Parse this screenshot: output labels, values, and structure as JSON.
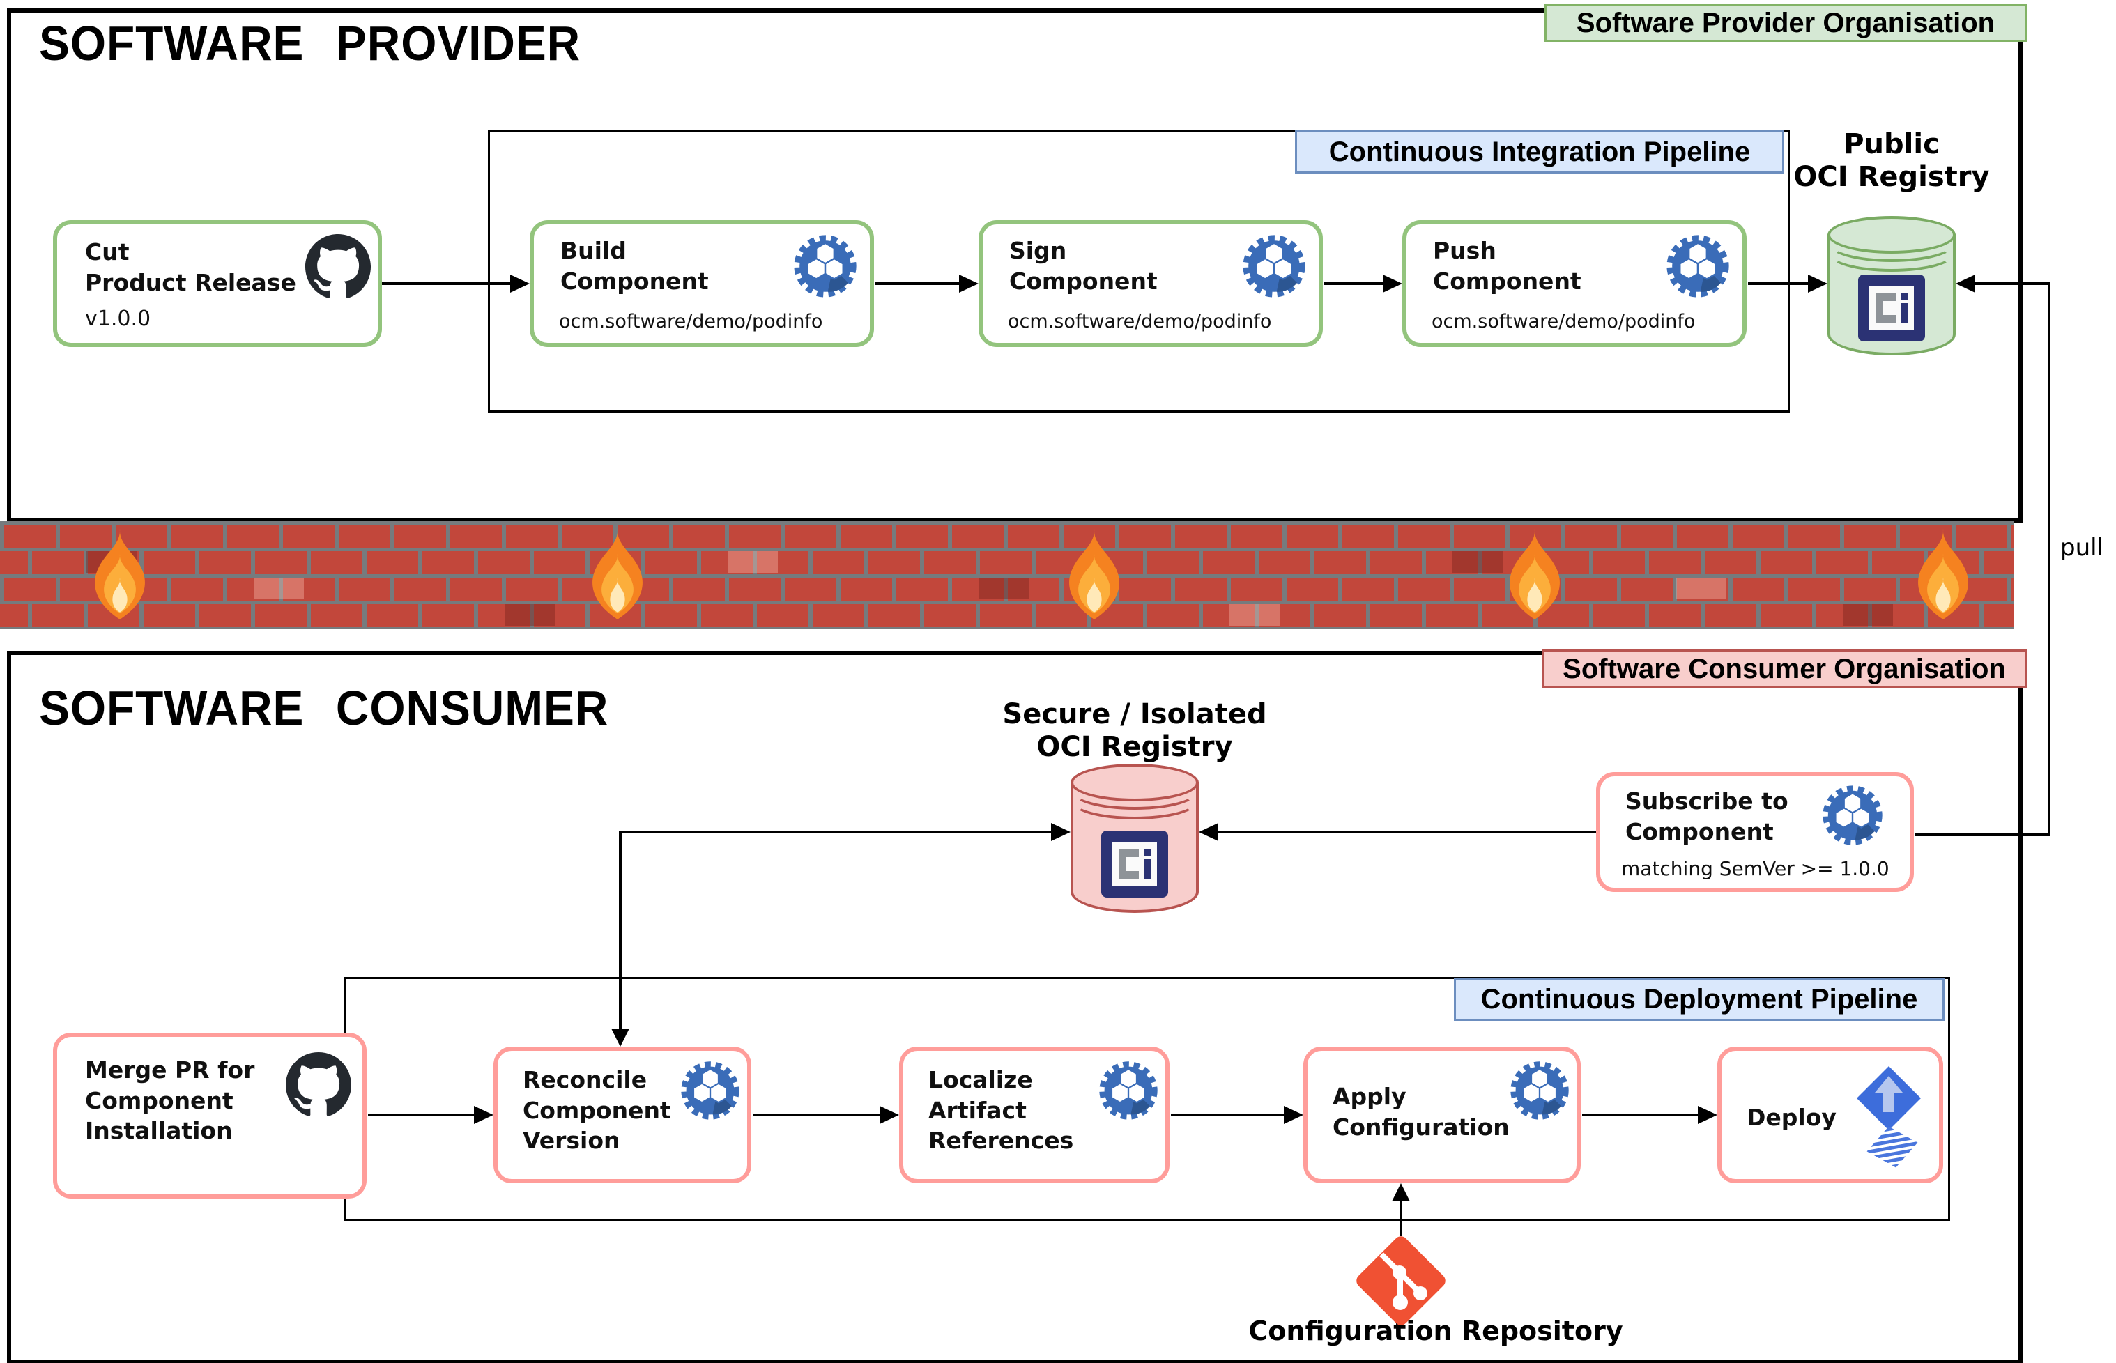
{
  "provider": {
    "title": "SOFTWARE PROVIDER",
    "badge": "Software Provider Organisation",
    "ci_label": "Continuous Integration Pipeline",
    "cut": {
      "title": "Cut\nProduct Release",
      "version": "v1.0.0"
    },
    "steps": [
      {
        "title": "Build\nComponent",
        "subtitle": "ocm.software/demo/podinfo"
      },
      {
        "title": "Sign\nComponent",
        "subtitle": "ocm.software/demo/podinfo"
      },
      {
        "title": "Push\nComponent",
        "subtitle": "ocm.software/demo/podinfo"
      }
    ],
    "registry_label": "Public\nOCI Registry"
  },
  "firewall": {
    "icon": "flame-icon",
    "flame_count": 5
  },
  "pull_label": "pull",
  "consumer": {
    "title": "SOFTWARE CONSUMER",
    "badge": "Software Consumer Organisation",
    "cd_label": "Continuous Deployment Pipeline",
    "registry_label": "Secure / Isolated\nOCI Registry",
    "subscribe": {
      "title": "Subscribe to\nComponent",
      "match": "matching SemVer >= 1.0.0"
    },
    "merge": {
      "title": "Merge PR for\nComponent\nInstallation"
    },
    "steps": [
      {
        "title": "Reconcile\nComponent\nVersion"
      },
      {
        "title": "Localize\nArtifact\nReferences"
      },
      {
        "title": "Apply\nConfiguration"
      },
      {
        "title": "Deploy"
      }
    ],
    "config_repo_label": "Configuration Repository"
  },
  "icons": [
    "github-icon",
    "ocm-icon",
    "oci-registry-logo",
    "git-icon",
    "flux-icon",
    "flame-icon"
  ],
  "colors": {
    "green_border": "#93c47d",
    "green_fill": "#d5e8d4",
    "green_badge_border": "#82b366",
    "blue_label_bg": "#dae8fc",
    "blue_label_border": "#6c8ebf",
    "pink_fill": "#f8cecc",
    "pink_badge_border": "#b85450",
    "pink_node_border": "#ff9d9a",
    "ocm_blue": "#3a6cb8",
    "github_dark": "#24292f",
    "git_red": "#f05133",
    "flux_blue": "#3d6ddb",
    "oci_navy": "#2b3274",
    "brick_red": "#c2473b",
    "mortar_gray": "#767b7e"
  }
}
